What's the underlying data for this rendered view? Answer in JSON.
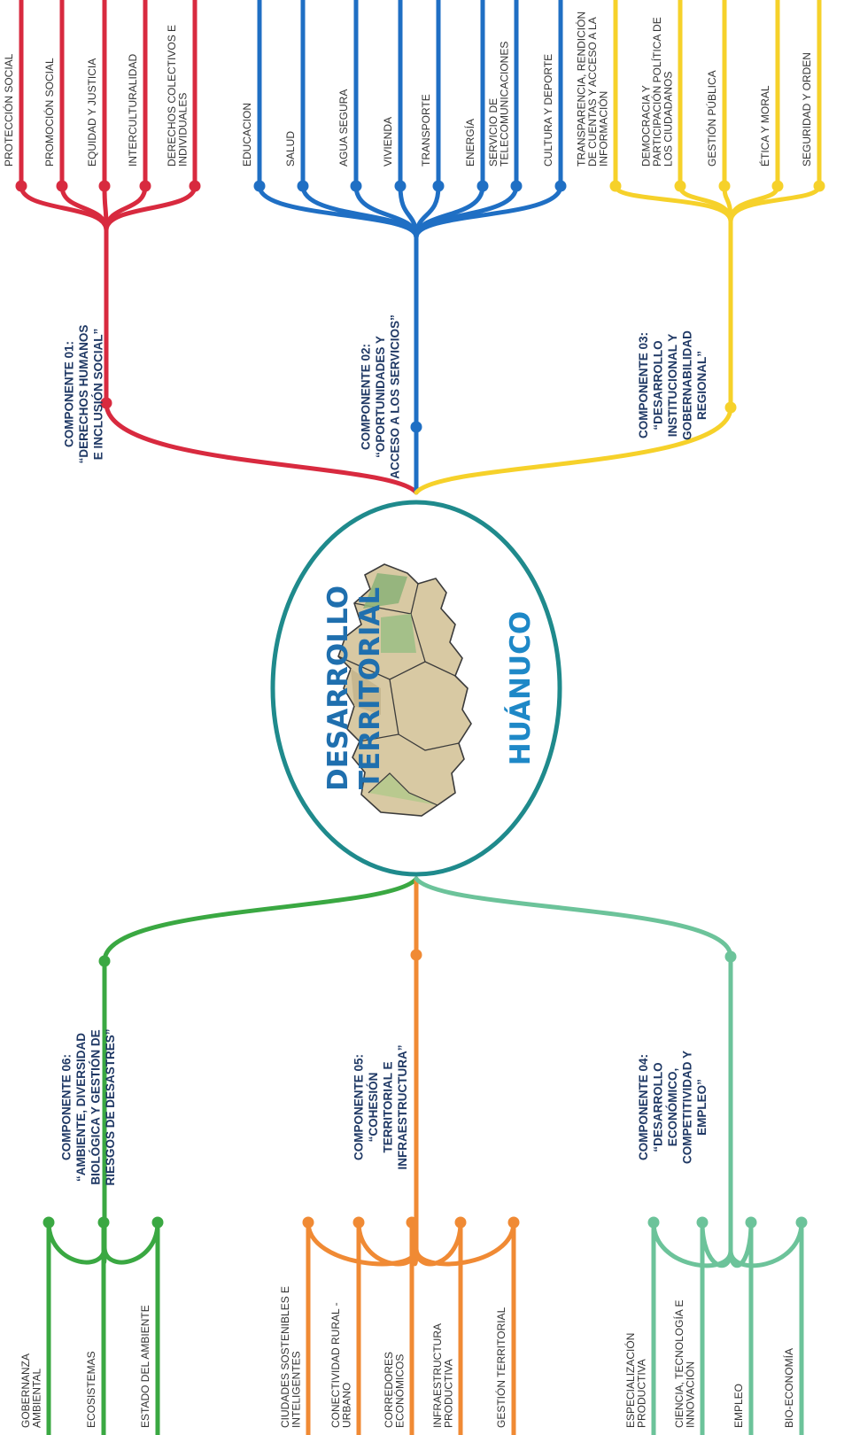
{
  "colors": {
    "red": "#d82a3f",
    "blue": "#1f6fc4",
    "yellow": "#f6d12a",
    "green": "#3aa842",
    "orange": "#f08a34",
    "teal": "#6cc39a",
    "center_border": "#1f8a8c",
    "title_text": "#1f6fae",
    "component_text": "#1f3864"
  },
  "center": {
    "title_line1": "DESARROLLO",
    "title_line2": "TERRITORIAL",
    "subtitle": "HUÁNUCO",
    "map_icon": "huanuco-region-map"
  },
  "components": [
    {
      "color": "red",
      "label_lines": [
        "COMPONENTE 01:",
        "“DERECHOS HUMANOS",
        "E INCLUSIÓN SOCIAL”"
      ],
      "items": [
        [
          "PROTECCIÓN SOCIAL"
        ],
        [
          "PROMOCIÓN SOCIAL"
        ],
        [
          "EQUIDAD Y JUSTICIA"
        ],
        [
          "INTERCULTURALIDAD"
        ],
        [
          "DERECHOS COLECTIVOS E",
          "INDIVIDUALES"
        ]
      ]
    },
    {
      "color": "blue",
      "label_lines": [
        "COMPONENTE 02:",
        "“OPORTUNIDADES Y",
        "ACCESO A LOS SERVICIOS”"
      ],
      "items": [
        [
          "EDUCACION"
        ],
        [
          "SALUD"
        ],
        [
          "AGUA SEGURA"
        ],
        [
          "VIVIENDA"
        ],
        [
          "TRANSPORTE"
        ],
        [
          "ENERGÍA"
        ],
        [
          "SERVICIO DE",
          "TELECOMUNICACIONES"
        ],
        [
          "CULTURA Y DEPORTE"
        ]
      ]
    },
    {
      "color": "yellow",
      "label_lines": [
        "COMPONENTE 03:",
        "“DESARROLLO",
        "INSTITUCIONAL Y",
        "GOBERNABILIDAD",
        "REGIONAL”"
      ],
      "items": [
        [
          "TRANSPARENCIA, RENDICIÓN",
          "DE CUENTAS Y ACCESO A LA",
          "INFORMACIÓN"
        ],
        [
          "DEMOCRACIA Y",
          "PARTICIPACIÓN POLÍTICA DE",
          "LOS CIUDADANOS"
        ],
        [
          "GESTIÓN PÚBLICA"
        ],
        [
          "ÉTICA Y MORAL"
        ],
        [
          "SEGURIDAD Y ORDEN"
        ]
      ]
    },
    {
      "color": "green",
      "label_lines": [
        "COMPONENTE 06:",
        "“AMBIENTE, DIVERSIDAD",
        "BIOLÓGICA Y GESTIÓN DE",
        "RIESGOS DE DESASTRES”"
      ],
      "items": [
        [
          "GOBERNANZA",
          "AMBIENTAL"
        ],
        [
          "ECOSISTEMAS"
        ],
        [
          "ESTADO DEL AMBIENTE"
        ]
      ]
    },
    {
      "color": "orange",
      "label_lines": [
        "COMPONENTE 05:",
        "“COHESIÓN",
        "TERRITORIAL E",
        "INFRAESTRUCTURA”"
      ],
      "items": [
        [
          "CIUDADES SOSTENIBLES E",
          "INTELIGENTES"
        ],
        [
          "CONECTIVIDAD RURAL -",
          "URBANO"
        ],
        [
          "CORREDORES",
          "ECONÓMICOS"
        ],
        [
          "INFRAESTRUCTURA",
          "PRODUCTIVA"
        ],
        [
          "GESTIÓN TERRITORIAL"
        ]
      ]
    },
    {
      "color": "teal",
      "label_lines": [
        "COMPONENTE 04:",
        "“DESARROLLO",
        "ECONÓMICO,",
        "COMPETITIVIDAD Y",
        "EMPLEO”"
      ],
      "items": [
        [
          "ESPECIALIZACIÓN",
          "PRODUCTIVA"
        ],
        [
          "CIENCIA, TECNOLOGÍA E",
          "INNOVACIÓN"
        ],
        [
          "EMPLEO"
        ],
        [
          "BIO-ECONOMÍA"
        ]
      ]
    }
  ]
}
